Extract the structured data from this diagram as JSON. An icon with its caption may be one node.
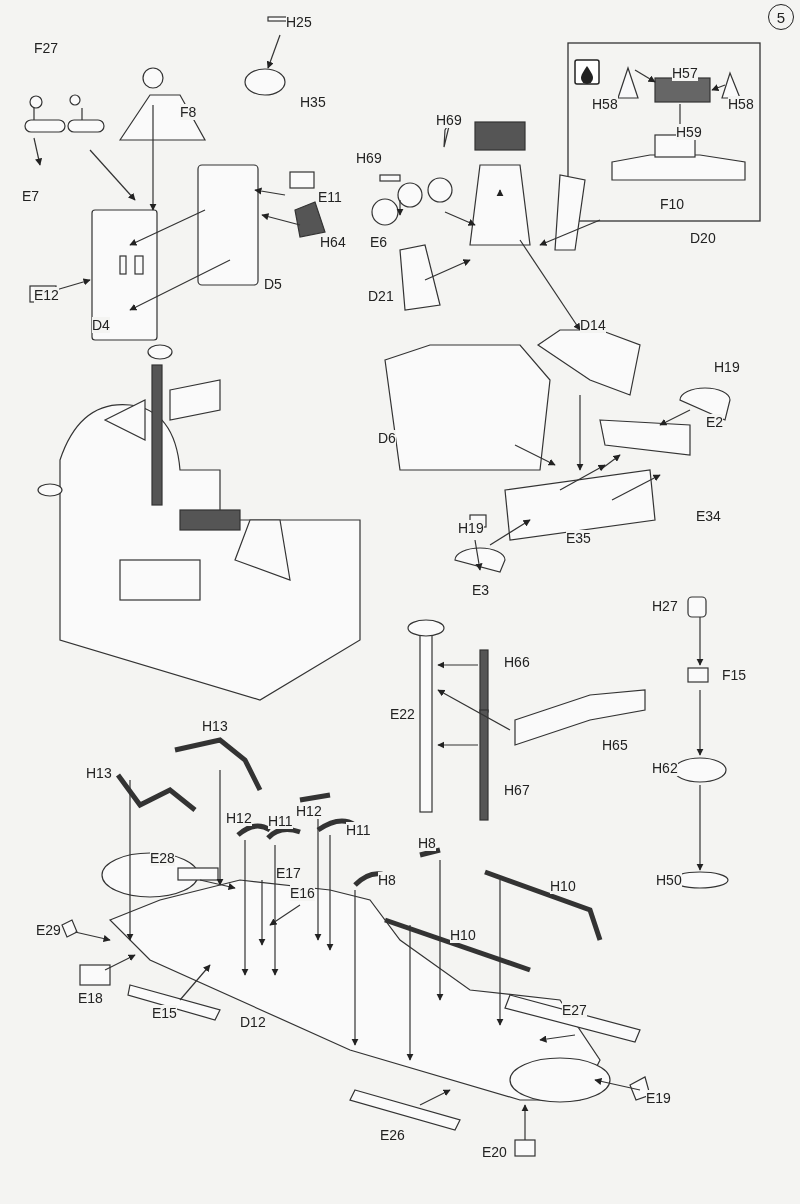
{
  "diagram": {
    "nodes": [
      {
        "text": [
          "5"
        ]
      }
    ],
    "labels": [
      "H25",
      "F27",
      "F8",
      "H35",
      "H69",
      "H57",
      "H58",
      "H58",
      "H69",
      "H59",
      "E7",
      "E11",
      "F10",
      "E6",
      "D20",
      "H64",
      "E12",
      "D21",
      "D5",
      "D4",
      "D14",
      "H19",
      "E2",
      "D6",
      "E34",
      "H19",
      "E35",
      "E3",
      "H27",
      "H66",
      "F15",
      "E22",
      "H65",
      "H13",
      "H62",
      "H13",
      "H67",
      "H12",
      "H12",
      "H11",
      "H11",
      "H8",
      "E28",
      "E17",
      "H8",
      "E16",
      "H10",
      "H50",
      "E29",
      "H10",
      "E18",
      "E15",
      "D12",
      "E27",
      "E19",
      "E26",
      "E20"
    ]
  }
}
